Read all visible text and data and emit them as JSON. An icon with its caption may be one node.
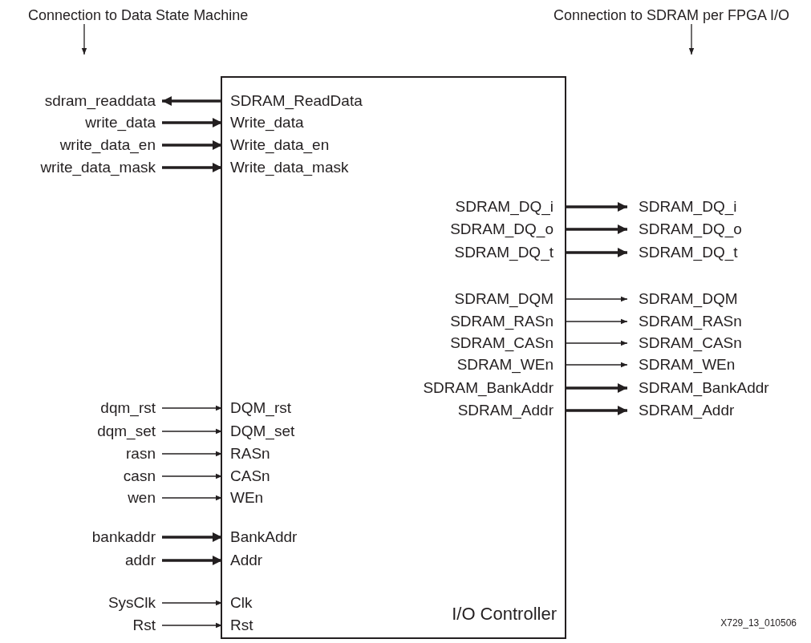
{
  "diagram": {
    "nodes": [
      {
        "text": [
          "Connection to Data State Machine"
        ]
      },
      {
        "text": [
          "Connection to SDRAM per FPGA I/O"
        ]
      },
      {
        "text": [
          "I/O Controller"
        ]
      },
      {
        "text": [
          "sdram_readdata"
        ]
      },
      {
        "text": [
          "SDRAM_ReadData"
        ],
        "in": 2
      },
      {
        "text": [
          "write_data"
        ]
      },
      {
        "text": [
          "Write_data"
        ],
        "in": 2
      },
      {
        "text": [
          "write_data_en"
        ]
      },
      {
        "text": [
          "Write_data_en"
        ],
        "in": 2
      },
      {
        "text": [
          "write_data_mask"
        ]
      },
      {
        "text": [
          "Write_data_mask"
        ],
        "in": 2
      },
      {
        "text": [
          "SDRAM_DQ_i"
        ],
        "in": 2
      },
      {
        "text": [
          "SDRAM_DQ_i"
        ]
      },
      {
        "text": [
          "SDRAM_DQ_o"
        ],
        "in": 2
      },
      {
        "text": [
          "SDRAM_DQ_o"
        ]
      },
      {
        "text": [
          "SDRAM_DQ_t"
        ],
        "in": 2
      },
      {
        "text": [
          "SDRAM_DQ_t"
        ]
      },
      {
        "text": [
          "SDRAM_DQM"
        ],
        "in": 2
      },
      {
        "text": [
          "SDRAM_DQM"
        ]
      },
      {
        "text": [
          "SDRAM_RASn"
        ],
        "in": 2
      },
      {
        "text": [
          "SDRAM_RASn"
        ]
      },
      {
        "text": [
          "SDRAM_CASn"
        ],
        "in": 2
      },
      {
        "text": [
          "SDRAM_CASn"
        ]
      },
      {
        "text": [
          "SDRAM_WEn"
        ],
        "in": 2
      },
      {
        "text": [
          "SDRAM_WEn"
        ]
      },
      {
        "text": [
          "SDRAM_BankAddr"
        ],
        "in": 2
      },
      {
        "text": [
          "SDRAM_BankAddr"
        ]
      },
      {
        "text": [
          "SDRAM_Addr"
        ],
        "in": 2
      },
      {
        "text": [
          "SDRAM_Addr"
        ]
      },
      {
        "text": [
          "dqm_rst"
        ]
      },
      {
        "text": [
          "DQM_rst"
        ],
        "in": 2
      },
      {
        "text": [
          "dqm_set"
        ]
      },
      {
        "text": [
          "DQM_set"
        ],
        "in": 2
      },
      {
        "text": [
          "rasn"
        ]
      },
      {
        "text": [
          "RASn"
        ],
        "in": 2
      },
      {
        "text": [
          "casn"
        ]
      },
      {
        "text": [
          "CASn"
        ],
        "in": 2
      },
      {
        "text": [
          "wen"
        ]
      },
      {
        "text": [
          "WEn"
        ],
        "in": 2
      },
      {
        "text": [
          "bankaddr"
        ]
      },
      {
        "text": [
          "BankAddr"
        ],
        "in": 2
      },
      {
        "text": [
          "addr"
        ]
      },
      {
        "text": [
          "Addr"
        ],
        "in": 2
      },
      {
        "text": [
          "SysClk"
        ]
      },
      {
        "text": [
          "Clk"
        ],
        "in": 2
      },
      {
        "text": [
          "Rst"
        ]
      },
      {
        "text": [
          "Rst"
        ],
        "in": 2
      }
    ],
    "edges": [
      {
        "from": 0,
        "to": null,
        "arrow": "to"
      },
      {
        "from": 1,
        "to": null,
        "arrow": "to"
      },
      {
        "from": 4,
        "to": 3,
        "arrow": "to",
        "style": "thick"
      },
      {
        "from": 5,
        "to": 6,
        "arrow": "to",
        "style": "thick"
      },
      {
        "from": 7,
        "to": 8,
        "arrow": "to",
        "style": "thick"
      },
      {
        "from": 9,
        "to": 10,
        "arrow": "to",
        "style": "thick"
      },
      {
        "from": 11,
        "to": 12,
        "arrow": "to",
        "style": "thick"
      },
      {
        "from": 13,
        "to": 14,
        "arrow": "to",
        "style": "thick"
      },
      {
        "from": 15,
        "to": 16,
        "arrow": "to",
        "style": "thick"
      },
      {
        "from": 17,
        "to": 18,
        "arrow": "to"
      },
      {
        "from": 19,
        "to": 20,
        "arrow": "to"
      },
      {
        "from": 21,
        "to": 22,
        "arrow": "to"
      },
      {
        "from": 23,
        "to": 24,
        "arrow": "to"
      },
      {
        "from": 25,
        "to": 26,
        "arrow": "to",
        "style": "thick"
      },
      {
        "from": 27,
        "to": 28,
        "arrow": "to",
        "style": "thick"
      },
      {
        "from": 29,
        "to": 30,
        "arrow": "to"
      },
      {
        "from": 31,
        "to": 32,
        "arrow": "to"
      },
      {
        "from": 33,
        "to": 34,
        "arrow": "to"
      },
      {
        "from": 35,
        "to": 36,
        "arrow": "to"
      },
      {
        "from": 37,
        "to": 38,
        "arrow": "to"
      },
      {
        "from": 39,
        "to": 40,
        "arrow": "to",
        "style": "thick"
      },
      {
        "from": 41,
        "to": 42,
        "arrow": "to",
        "style": "thick"
      },
      {
        "from": 43,
        "to": 44,
        "arrow": "to"
      },
      {
        "from": 45,
        "to": 46,
        "arrow": "to"
      }
    ],
    "labels": [
      "X729_13_010506"
    ]
  }
}
